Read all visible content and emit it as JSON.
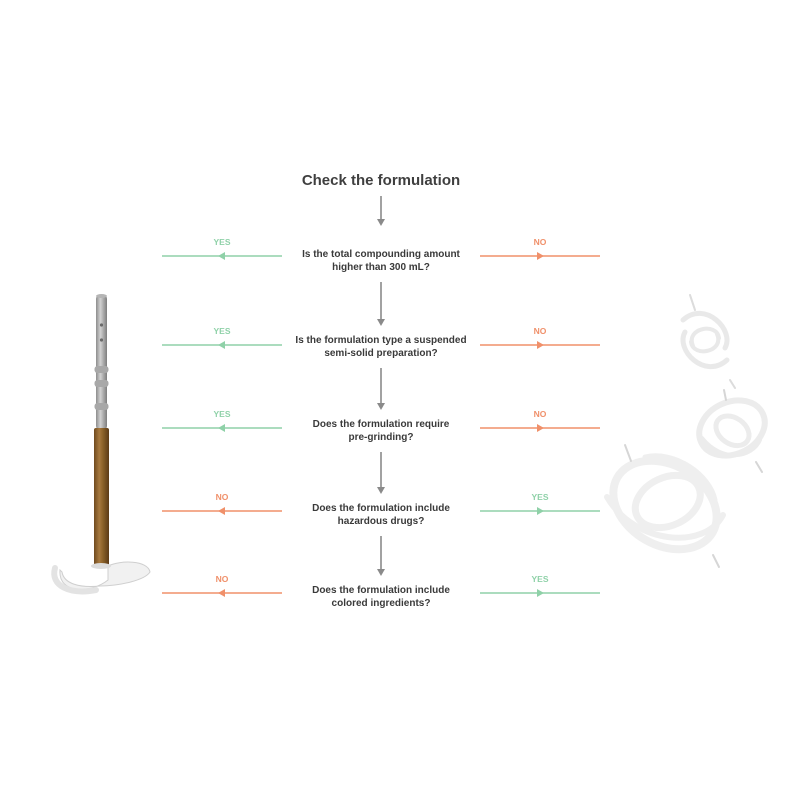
{
  "title": "Check the formulation",
  "colors": {
    "yes": "#8fd1a8",
    "no": "#f0906a",
    "connector": "#8a8a8a",
    "title_text": "#3f3f3f",
    "question_text": "#3a3a3a"
  },
  "questions": [
    {
      "lines": [
        "Is the total compounding amount",
        "higher than 300 mL?"
      ],
      "left": "YES",
      "right": "NO"
    },
    {
      "lines": [
        "Is the formulation type a suspended",
        "semi-solid preparation?"
      ],
      "left": "YES",
      "right": "NO"
    },
    {
      "lines": [
        "Does the formulation require",
        "pre-grinding?"
      ],
      "left": "YES",
      "right": "NO"
    },
    {
      "lines": [
        "Does the formulation include",
        "hazardous drugs?"
      ],
      "left": "NO",
      "right": "YES"
    },
    {
      "lines": [
        "Does the formulation include",
        "colored ingredients?"
      ],
      "left": "NO",
      "right": "YES"
    }
  ],
  "images": {
    "left": "stirring-rod-tool",
    "right": "spiral-mixing-blades"
  }
}
